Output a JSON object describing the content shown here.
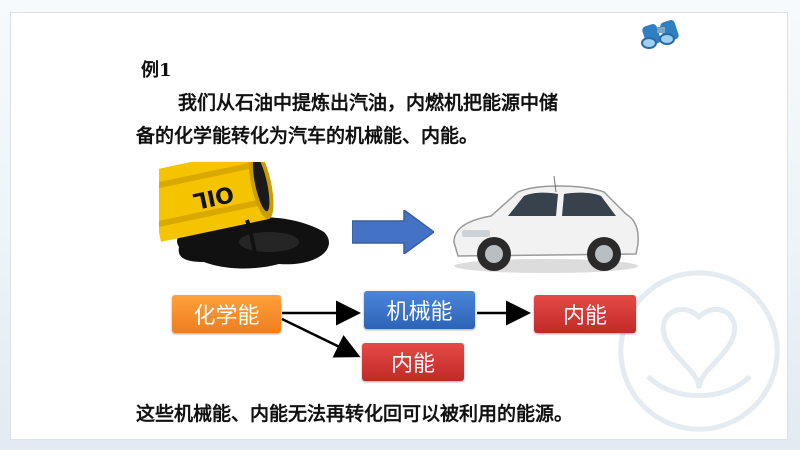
{
  "example": {
    "label": "例1"
  },
  "paragraph": {
    "line1": "我们从石油中提炼出汽油，内燃机把能源中储",
    "line2": "备的化学能转化为汽车的机械能、内能。"
  },
  "barrel": {
    "text": "OIL"
  },
  "diagram": {
    "chemical": "化学能",
    "mechanical": "机械能",
    "internal_1": "内能",
    "internal_2": "内能"
  },
  "conclusion": {
    "text": "这些机械能、内能无法再转化回可以被利用的能源。"
  },
  "colors": {
    "chemical_box": "#f38a24",
    "mechanical_box": "#3a72c8",
    "internal_box": "#d23634",
    "blue_arrow": "#4472c4",
    "barrel": "#f5c400"
  },
  "icons": {
    "binoculars": "binoculars-icon",
    "watermark": "hands-watermark"
  }
}
